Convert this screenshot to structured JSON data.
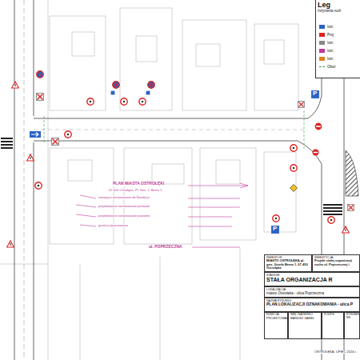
{
  "diagram": {
    "nodes": [
      {
        "text": [
          "Leg",
          "Inżynieria ruch"
        ]
      },
      {
        "text": [
          "INWESTOR:",
          "MIASTO OSTROŁĘKA pl. gen. Józefa Bema 1, 07-410 Ostrołęka"
        ]
      },
      {
        "text": [
          "INWESTYCJA:",
          "Projekt stałej organizacji ruchu ul. Poprzecznej i"
        ]
      },
      {
        "text": [
          "STADIUM:",
          "STAŁA ORGANIZACJA R"
        ]
      },
      {
        "text": [
          "LOKALIZACJA:",
          "miasto Ostrołęka - ulica Poprzeczna"
        ]
      },
      {
        "text": [
          "NAZWA RYSUNKU:",
          "PLAN LOKALIZACJI OZNAKOWANIA - ulica P"
        ]
      },
      {
        "text": [
          "FUNKCJA:",
          "PROJEKTOWAŁ"
        ]
      },
      {
        "text": [
          "IMIĘ I NAZWISKO:",
          "MARIUSZ GAWEŁ"
        ]
      },
      {
        "text": [
          "PODPIS:"
        ]
      },
      {
        "text": [
          "RYSUNEK NR:"
        ]
      }
    ],
    "labels": [
      "PLAN MIASTA OSTROŁĘKI",
      "07-410 Ostrołęka, Pl. Gen. J. Bema 1",
      "istniejące oznakowanie do likwidacji",
      "projektowane oznakowanie pionowe",
      "projektowane oznakowanie poziome",
      "granica opracowania",
      "ul. POPRZECZNA",
      "P",
      "P",
      "OSTROŁĘKA, LIPIEC 2024 r."
    ],
    "legend": [
      {
        "text": "Istn",
        "color": "#2a62c4"
      },
      {
        "text": "Proj",
        "color": "#dd2222"
      },
      {
        "text": "Istn",
        "color": "#888888"
      },
      {
        "text": "Istn",
        "color": "#c0389a"
      },
      {
        "text": "Istn",
        "color": "#e08020"
      },
      {
        "text": "Obsz"
      }
    ]
  }
}
